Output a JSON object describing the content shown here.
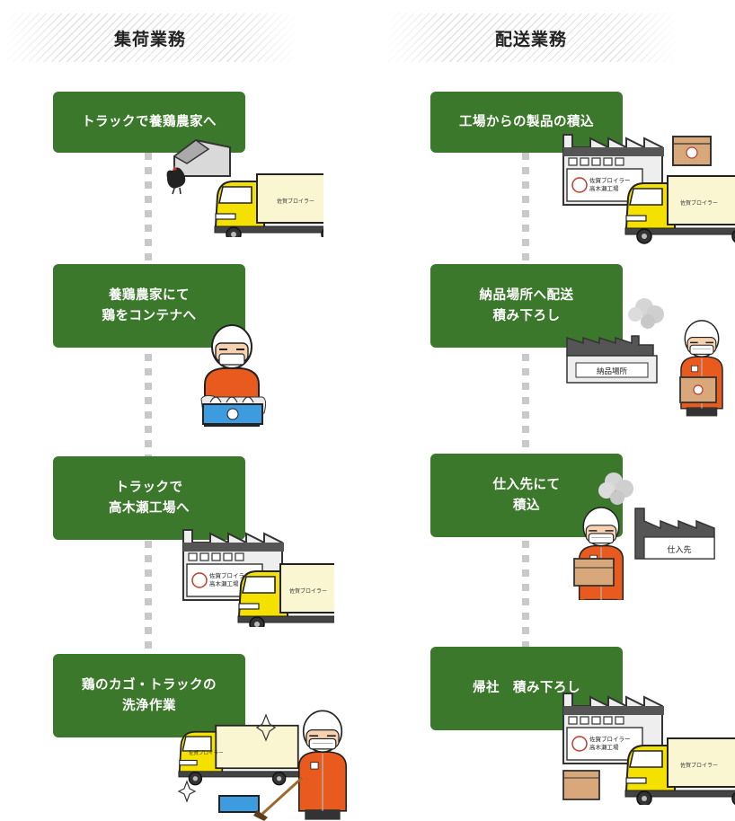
{
  "columns": {
    "collection": {
      "title": "集荷業務",
      "steps": [
        {
          "lines": [
            "トラックで養鶏農家へ"
          ]
        },
        {
          "lines": [
            "養鶏農家にて",
            "鶏をコンテナへ"
          ]
        },
        {
          "lines": [
            "トラックで",
            "高木瀬工場へ"
          ]
        },
        {
          "lines": [
            "鶏のカゴ・トラックの",
            "洗浄作業"
          ]
        }
      ]
    },
    "delivery": {
      "title": "配送業務",
      "steps": [
        {
          "lines": [
            "工場からの製品の積込"
          ]
        },
        {
          "lines": [
            "納品場所へ配送",
            "積み下ろし"
          ]
        },
        {
          "lines": [
            "仕入先にて",
            "積込"
          ]
        },
        {
          "lines": [
            "帰社　積み下ろし"
          ]
        }
      ]
    }
  },
  "illustration_text": {
    "truck_brand": "佐賀ブロイラー",
    "factory_name_1": "佐賀ブロイラー",
    "factory_name_2": "高木瀬工場",
    "delivery_place_sign": "納品場所",
    "supplier_sign": "仕入先"
  },
  "colors": {
    "step_box": "#3c782b",
    "truck_cab": "#f4e100",
    "truck_body": "#faf6d2",
    "worker_suit": "#e85a1e",
    "crate": "#3d9be0"
  }
}
